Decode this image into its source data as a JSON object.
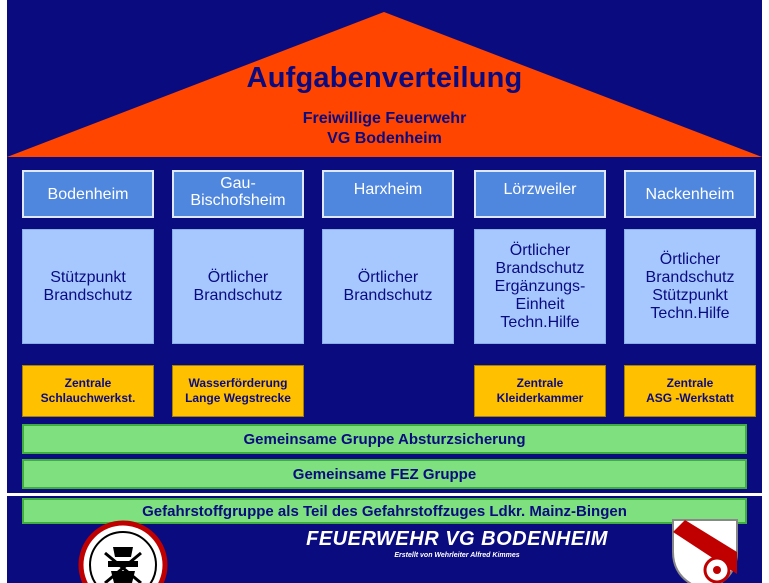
{
  "roof": {
    "title": "Aufgabenverteilung",
    "subtitle_line1": "Freiwillige Feuerwehr",
    "subtitle_line2": "VG Bodenheim"
  },
  "locations": [
    {
      "name": "Bodenheim",
      "role": "Stützpunkt\nBrandschutz",
      "special": "Zentrale\nSchlauchwerkst."
    },
    {
      "name": "Gau-\nBischofsheim",
      "role": "Örtlicher\nBrandschutz",
      "special": "Wasserförderung\nLange Wegstrecke"
    },
    {
      "name": "Harxheim",
      "role": "Örtlicher\nBrandschutz",
      "special": ""
    },
    {
      "name": "Lörzweiler",
      "role": "Örtlicher\nBrandschutz\nErgänzungs-\nEinheit\nTechn.Hilfe",
      "special": "Zentrale\nKleiderkammer"
    },
    {
      "name": "Nackenheim",
      "role": "Örtlicher\nBrandschutz\nStützpunkt\nTechn.Hilfe",
      "special": "Zentrale\nASG  -Werkstatt"
    }
  ],
  "shared_groups": [
    "Gemeinsame Gruppe  Absturzsicherung",
    "Gemeinsame FEZ  Gruppe",
    "Gefahrstoffgruppe als Teil des Gefahrstoffzuges Ldkr. Mainz-Bingen"
  ],
  "footer": {
    "title": "FEUERWEHR  VG BODENHEIM",
    "subtitle": "Erstellt von Wehrleiter Alfred Kimmes"
  },
  "colors": {
    "background": "#0b0b80",
    "roof": "#ff4500",
    "location_box": "#4f86de",
    "role_box": "#a7c8ff",
    "special_box": "#ffc000",
    "group_bar": "#7ee07e"
  }
}
